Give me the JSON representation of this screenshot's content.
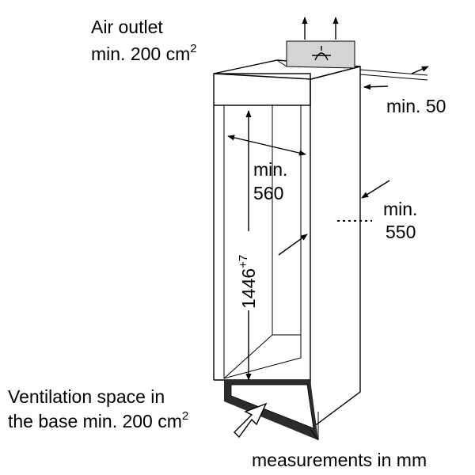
{
  "labels": {
    "air_outlet_line1": "Air outlet",
    "air_outlet_line2": "min. 200 cm",
    "air_outlet_sup": "2",
    "min50": "min. 50",
    "width_line1": "min.",
    "width_line2": "560",
    "depth_line1": "min.",
    "depth_line2": "550",
    "height": "1446",
    "height_sup": "+7",
    "ventilation_line1": "Ventilation space in",
    "ventilation_line2": "the base min. 200 cm",
    "ventilation_sup": "2",
    "units_note": "measurements in mm"
  },
  "colors": {
    "line": "#000000",
    "vent_grille_fill": "#d4d4d4",
    "plinth_fill": "#2b2b2b",
    "background": "#ffffff"
  },
  "icons": {
    "fan": "fan-symbol-icon",
    "airflow": "arrow-up-icon"
  }
}
